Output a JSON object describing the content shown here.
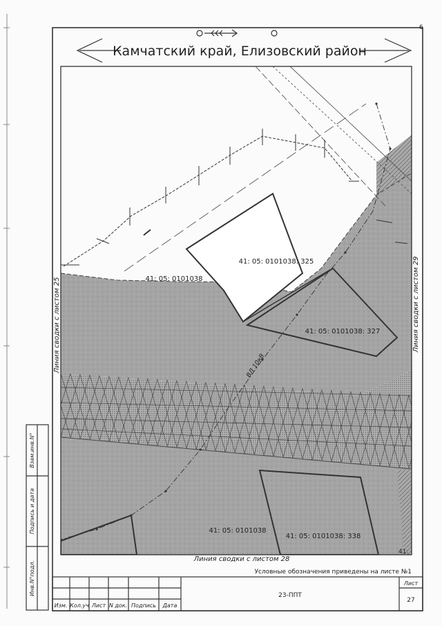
{
  "page_number": "6",
  "header": {
    "title": "Камчатский край, Елизовский район"
  },
  "map": {
    "labels": {
      "left_join": "Линия сводки с листом 25",
      "right_join": "Линия сводки с листом 29",
      "bottom_join": "Линия сводки с листом 28",
      "quarter_top": "41: 05: 0101038",
      "quarter_bottom": "41: 05: 0101038",
      "parcel_325": "41: 05: 0101038: 325",
      "parcel_327": "41: 05: 0101038: 327",
      "parcel_338": "41: 05: 0101038: 338",
      "line_label": "ВЛ 10кВ",
      "corner_fragment": "41:"
    }
  },
  "note": "Условные обозначения приведены на листе №1",
  "stamp": {
    "code": "23-ППТ",
    "sheet_label": "Лист",
    "sheet_number": "27",
    "columns": [
      "Изм.",
      "Кол.уч",
      "Лист",
      "N док.",
      "Подпись",
      "Дата"
    ],
    "side": [
      "Взам.инв.N°",
      "Подпись и дата",
      "Инв.N°подл."
    ]
  }
}
